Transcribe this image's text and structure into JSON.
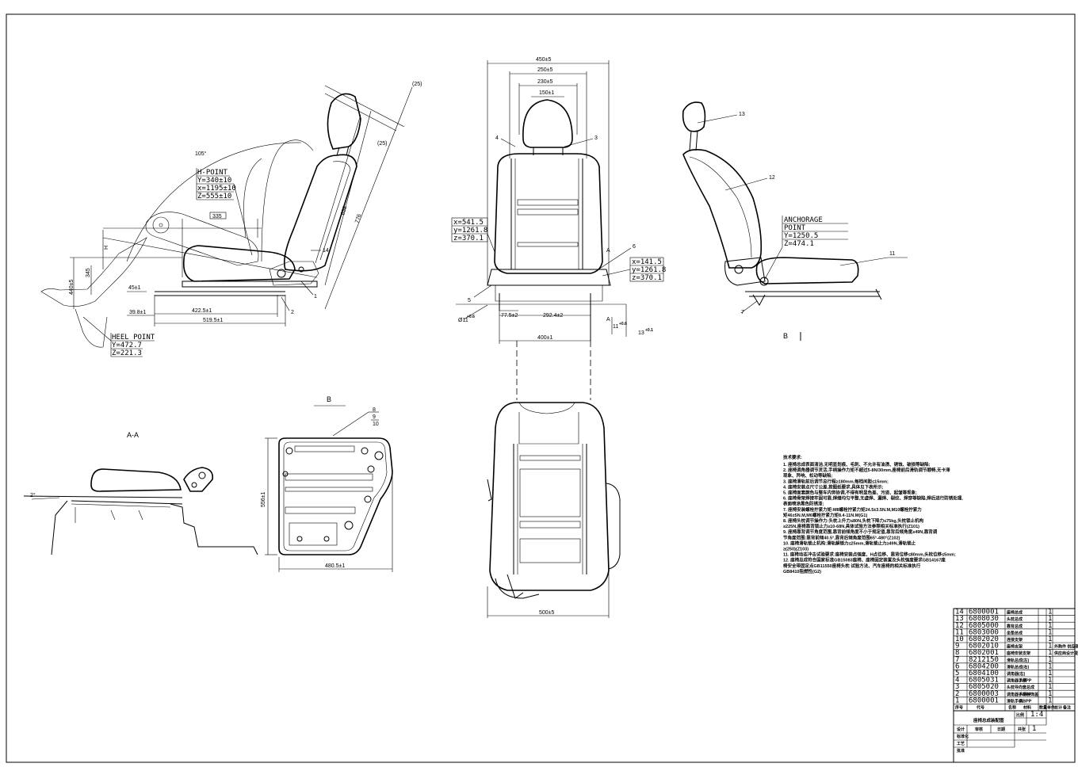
{
  "side_view": {
    "h_point": {
      "title": "H-POINT",
      "y": "Y=340±10",
      "x": "x=1195±10",
      "z": "Z=555±10"
    },
    "heel_point": {
      "title": "HEEL POINT",
      "y": "Y=472.7",
      "z": "Z=221.3"
    },
    "dims": {
      "angle": "105°",
      "d335": "335",
      "d25a": "(25)",
      "d25b": "(25)",
      "d658": "658",
      "d776": "776",
      "d440": "440±5",
      "d345": "345",
      "d45": "45±1",
      "d39": "39.8±1",
      "d422": "422.5±1",
      "d519": "519.5±1"
    },
    "balloons": {
      "b14": "14",
      "b1": "1",
      "b2": "2"
    }
  },
  "front_view": {
    "dims": {
      "w450": "450±5",
      "w250": "250±5",
      "w230": "230±5",
      "w150": "150±1",
      "w400": "400±1",
      "w775": "77.5±2",
      "w292": "292.4±2",
      "dia": "Ø11",
      "dia_tol": "+0.6",
      "d11": "11",
      "d11_tol": "+0.6",
      "d13": "13",
      "d13_tol": "+0.1",
      "sec_a1": "A",
      "sec_a2": "A"
    },
    "left_coord": {
      "x": "x=541.5",
      "y": "y=1261.8",
      "z": "z=370.1"
    },
    "right_coord": {
      "x": "x=141.5",
      "y": "y=1261.8",
      "z": "z=370.1"
    },
    "balloons": {
      "b4": "4",
      "b3": "3",
      "b5": "5",
      "b6": "6"
    }
  },
  "right_view": {
    "anchorage": {
      "title1": "ANCHORAGE",
      "title2": "POINT",
      "y": "Y=1250.5",
      "z": "Z=474.1"
    },
    "balloons": {
      "b13": "13",
      "b12": "12",
      "b11": "11",
      "b7": "7"
    },
    "view_label": "B"
  },
  "rail_section": {
    "label": "A-A",
    "angle": "2°"
  },
  "bracket_view": {
    "label": "B",
    "balloons": {
      "b8": "8",
      "b9": "9",
      "b10": "10"
    },
    "height": "556±1",
    "width": "480.5±1"
  },
  "bottom_view": {
    "width": "500±5"
  },
  "notes": {
    "heading": "技术要求:",
    "lines": [
      "1. 座椅总成表面清洁,无明显划痕、毛刺、不允许有油渍、锈蚀、破损等缺陷;",
      "2. 座椅调角器调节灵活,手柄操作力矩不超过5-8N/30mm,座椅前后滑轨调节顺畅,无卡滞",
      "   现象、异响、松动等缺陷;",
      "3. 座椅滑轨前后调节总行程≥180mm,每档间距≤15mm;",
      "4. 座椅安装点尺寸公差,按图纸要求,具体见下表所示;",
      "5. 座椅面套颜色与整车内饰协调,不得有明显色差、污迹、起皱等现象;",
      "6. 座椅骨架焊接牢固可靠,焊缝均匀平整,无虚焊、漏焊、裂纹、焊穿等缺陷,焊后进行防锈处理,",
      "   表面喷涂黑色防锈漆;",
      "7. 座椅安装螺栓拧紧力矩:M8螺栓拧紧力矩24.5±3.5N.M,M10螺栓拧紧力",
      "   矩46±5N.M,M6螺栓拧紧力矩8.4-11N.M(G1)",
      "8. 座椅头枕调节操作力:头枕上升力≤80N,头枕下降力≤75kg,头枕锁止机构",
      "   ≥225N,座椅靠背锁止力≥10-68N,具体试验方法参照相关标准执行(Z101)",
      "9. 座椅靠背调节角度范围,靠背前倾角度不小于规定值,靠背后倾角度≥49N,靠背调",
      "   节角度范围:靠背前倾40.5°,靠背后倾角度范围65°-480°(Z102)",
      "10. 座椅滑轨锁止机构:滑轨解锁力≤25mm,滑轨锁止力≥49N,滑轨锁止",
      "   ≥(250)(Z103)",
      "11. 座椅动态冲击试验要求:座椅安装点强度、H点位移、靠背位移≤80mm,头枕位移≤5mm;",
      "12. 座椅总成符合国家标准GB15083座椅、座椅固定装置及头枕强度要求GB14167座",
      "   椅安全带固定点GB11550座椅头枕 试验方法、汽车座椅的相关标准执行",
      "   GB8410阻燃性(G2)"
    ]
  },
  "bom": {
    "rows": [
      {
        "no": "14",
        "code": "6800001",
        "name": "座椅总成",
        "material": "",
        "qty": "1",
        "remark": ""
      },
      {
        "no": "13",
        "code": "6808030",
        "name": "头枕总成",
        "material": "",
        "qty": "1",
        "remark": ""
      },
      {
        "no": "12",
        "code": "6805000",
        "name": "靠背总成",
        "material": "",
        "qty": "1",
        "remark": ""
      },
      {
        "no": "11",
        "code": "6803000",
        "name": "坐垫总成",
        "material": "",
        "qty": "1",
        "remark": ""
      },
      {
        "no": "10",
        "code": "6802020",
        "name": "连接支架",
        "material": "",
        "qty": "1",
        "remark": ""
      },
      {
        "no": "9",
        "code": "6802010",
        "name": "座椅支架",
        "material": "",
        "qty": "1",
        "remark": "外购件 供应商提供"
      },
      {
        "no": "8",
        "code": "6802001",
        "name": "座椅安装支架",
        "material": "",
        "qty": "1",
        "remark": "供应商设计提供"
      },
      {
        "no": "7",
        "code": "8212150",
        "name": "滑轨总成(左)",
        "material": "",
        "qty": "1",
        "remark": ""
      },
      {
        "no": "6",
        "code": "6804200",
        "name": "滑轨总成(右)",
        "material": "",
        "qty": "1",
        "remark": ""
      },
      {
        "no": "5",
        "code": "6804100",
        "name": "调角器(右)",
        "material": "",
        "qty": "1",
        "remark": ""
      },
      {
        "no": "4",
        "code": "6805031",
        "name": "调角器手柄",
        "material": "ABPP",
        "qty": "1",
        "remark": ""
      },
      {
        "no": "3",
        "code": "6805020",
        "name": "头枕导向套总成",
        "material": "",
        "qty": "1",
        "remark": ""
      },
      {
        "no": "2",
        "code": "6800003",
        "name": "调角器手柄装饰盖",
        "material": "ABPP",
        "qty": "1",
        "remark": ""
      },
      {
        "no": "1",
        "code": "6800001",
        "name": "滑轨手柄",
        "material": "ABPP",
        "qty": "1",
        "remark": ""
      }
    ],
    "header": {
      "no": "序号",
      "code": "代号",
      "name": "名称",
      "material": "材料",
      "qty": "数量",
      "h1": "单件",
      "h2": "总计",
      "remark": "备注"
    },
    "title_block": {
      "name": "座椅总成装配图",
      "scale_label": "比例",
      "scale": "1:4",
      "sheet_label": "共张",
      "sheet": "1",
      "r1": "设计",
      "r2": "审核",
      "r3": "日期",
      "r4": "标准化",
      "r5": "工艺",
      "r6": "批准"
    }
  }
}
